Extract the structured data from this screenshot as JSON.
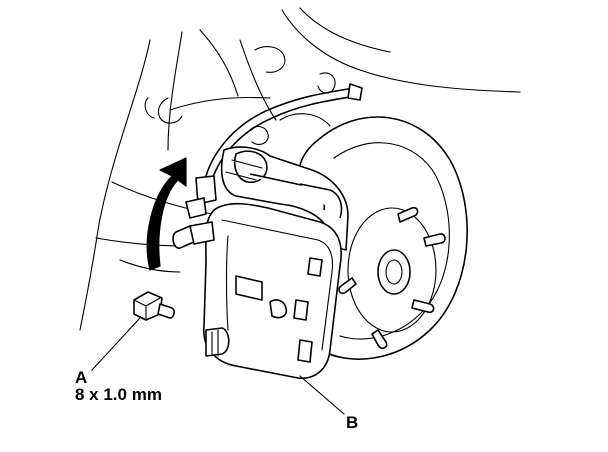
{
  "callouts": {
    "a_letter": "A",
    "a_spec": "8 x 1.0 mm",
    "b_letter": "B"
  },
  "icons": {
    "arrow": "rotation-arrow-icon"
  },
  "colors": {
    "line": "#000000",
    "background": "#ffffff"
  }
}
